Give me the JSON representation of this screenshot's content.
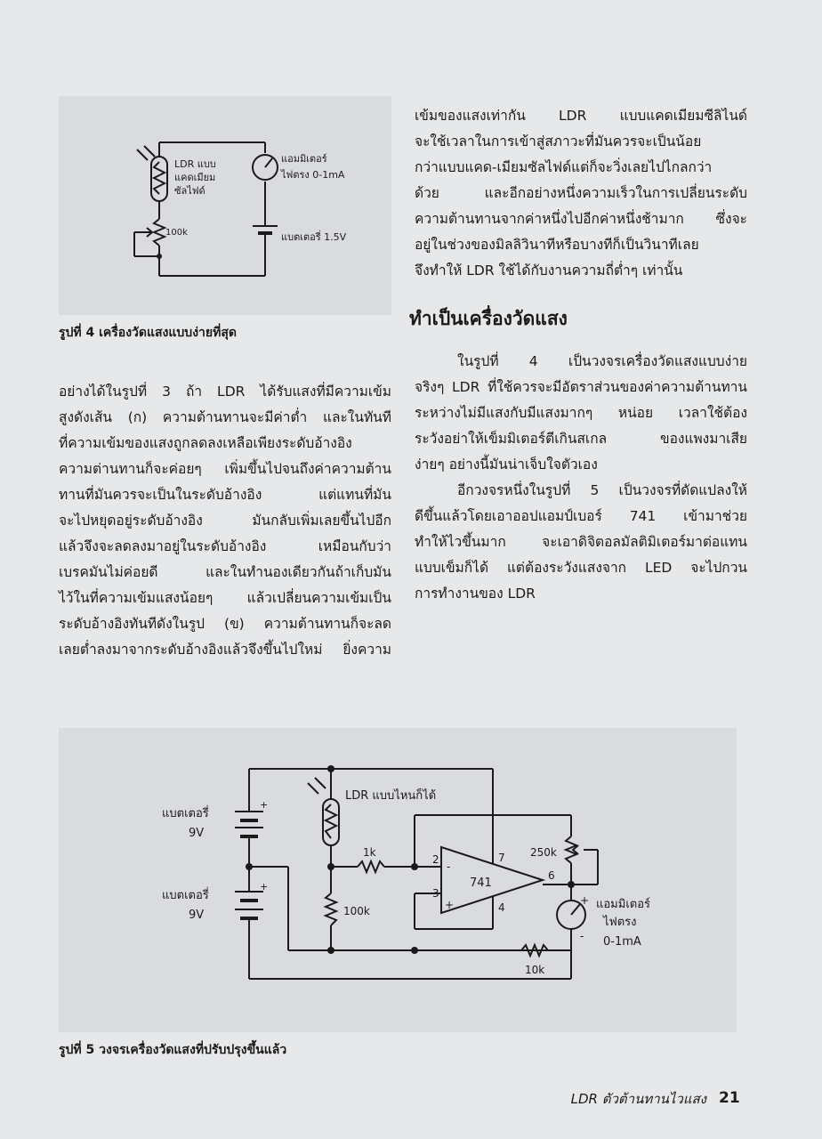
{
  "figure4": {
    "labels": {
      "ldr": "LDR แบบ",
      "ldr_l2": "แคดเมียม",
      "ldr_l3": "ซัลไฟด์",
      "ammeter": "แอมมิเตอร์",
      "ammeter_l2": "ไฟตรง 0-1mA",
      "pot": "100k",
      "battery": "แบตเตอรี่ 1.5V"
    },
    "caption": "รูปที่ 4 เครื่องวัดแสงแบบง่ายที่สุด"
  },
  "left_column": {
    "lines": [
      "อย่างได้ในรูปที่ 3 ถ้า LDR ได้รับแสงที่มีความเข้ม",
      "สูงดังเส้น (ก) ความต้านทานจะมีค่าต่ำ และในทันที",
      "ที่ความเข้มของแสงถูกลดลงเหลือเพียงระดับอ้างอิง",
      "ความต่านทานก็จะค่อยๆ เพิ่มขึ้นไปจนถึงค่าความต้าน",
      "ทานที่มันควรจะเป็นในระดับอ้างอิง แต่แทนที่มัน",
      "จะไปหยุดอยู่ระดับอ้างอิง มันกลับเพิ่มเลยขึ้นไปอีก",
      "แล้วจึงจะลดลงมาอยู่ในระดับอ้างอิง เหมือนกับว่า",
      "เบรคมันไม่ค่อยดี และในทำนองเดียวกันถ้าเก็บมัน",
      "ไว้ในที่ความเข้มแสงน้อยๆ แล้วเปลี่ยนความเข้มเป็น",
      "ระดับอ้างอิงทันทีดังในรูป (ข) ความต้านทานก็จะลด",
      "เลยต่ำลงมาจากระดับอ้างอิงแล้วจึงขึ้นไปใหม่ ยิ่งความ"
    ]
  },
  "right_column": {
    "top_lines": [
      "เข้มของแสงเท่ากัน LDR แบบแคดเมียมซีลิไนด์",
      "จะใช้เวลาในการเข้าสู่สภาวะที่มันควรจะเป็นน้อย",
      "กว่าแบบแคด-เมียมซัลไฟด์แต่ก็จะวิ่งเลยไปไกลกว่า",
      "ด้วย และอีกอย่างหนึ่งความเร็วในการเปลี่ยนระดับ",
      "ความต้านทานจากค่าหนึ่งไปอีกค่าหนึ่งช้ามาก ซึ่งจะ",
      "อยู่ในช่วงของมิลลิวินาทีหรือบางทีก็เป็นวินาทีเลย",
      "จึงทำให้ LDR ใช้ได้กับงานความถี่ต่ำๆ เท่านั้น"
    ],
    "heading": "ทำเป็นเครื่องวัดแสง",
    "para1_lines": [
      "ในรูปที่ 4 เป็นวงจรเครื่องวัดแสงแบบง่าย",
      "จริงๆ LDR ที่ใช้ควรจะมีอัตราส่วนของค่าความต้านทาน",
      "ระหว่างไม่มีแสงกับมีแสงมากๆ หน่อย เวลาใช้ต้อง",
      "ระวังอย่าให้เข็มมิเตอร์ตีเกินสเกล ของแพงมาเสีย",
      "ง่ายๆ อย่างนี้มันน่าเจ็บใจตัวเอง"
    ],
    "para2_lines": [
      "อีกวงจรหนึ่งในรูปที่ 5 เป็นวงจรที่ดัดแปลงให้",
      "ดีขึ้นแล้วโดยเอาออปแอมป์เบอร์ 741 เข้ามาช่วย",
      "ทำให้ไวขึ้นมาก จะเอาดิจิตอลมัลติมิเตอร์มาต่อแทน",
      "แบบเข็มก็ได้ แต่ต้องระวังแสงจาก LED จะไปกวน",
      "การทำงานของ LDR"
    ]
  },
  "figure5": {
    "labels": {
      "battery_top": "แบตเตอรี่",
      "battery_top_v": "9V",
      "battery_bottom": "แบตเตอรี่",
      "battery_bottom_v": "9V",
      "ldr": "LDR แบบไหนก็ได้",
      "r1": "1k",
      "r2": "100k",
      "pot": "250k",
      "opamp": "741",
      "pin2": "2",
      "pin3": "3",
      "pin7": "7",
      "pin6": "6",
      "pin4": "4",
      "ammeter": "แอมมิเตอร์",
      "ammeter_l2": "ไฟตรง",
      "ammeter_l3": "0-1mA",
      "r3": "10k",
      "plus": "+",
      "minus": "-"
    },
    "caption": "รูปที่ 5 วงจรเครื่องวัดแสงที่ปรับปรุงขึ้นแล้ว"
  },
  "footer": {
    "title": "LDR ตัวต้านทานไวแสง",
    "page": "21"
  }
}
